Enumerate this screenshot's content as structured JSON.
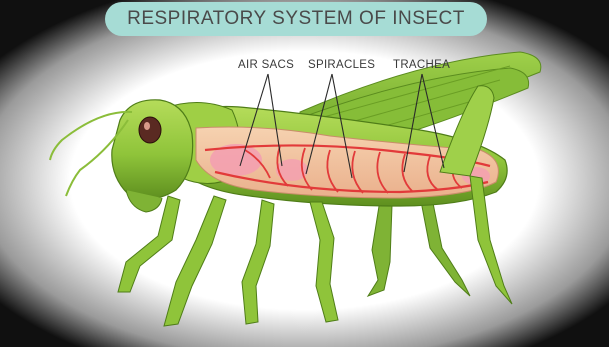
{
  "title": "RESPIRATORY SYSTEM OF INSECT",
  "labels": {
    "air_sacs": "AIR SACS",
    "spiracles": "SPIRACLES",
    "trachea": "TRACHEA"
  },
  "colors": {
    "title_pill": "#a6dcd5",
    "body_green": "#8fc43a",
    "dark_green": "#5e8f1f",
    "cutaway": "#f2c4a0",
    "trachea_red": "#e23a3a",
    "air_sac_pink": "#f3a0b0"
  },
  "icons": [
    "grasshopper-illustration"
  ]
}
